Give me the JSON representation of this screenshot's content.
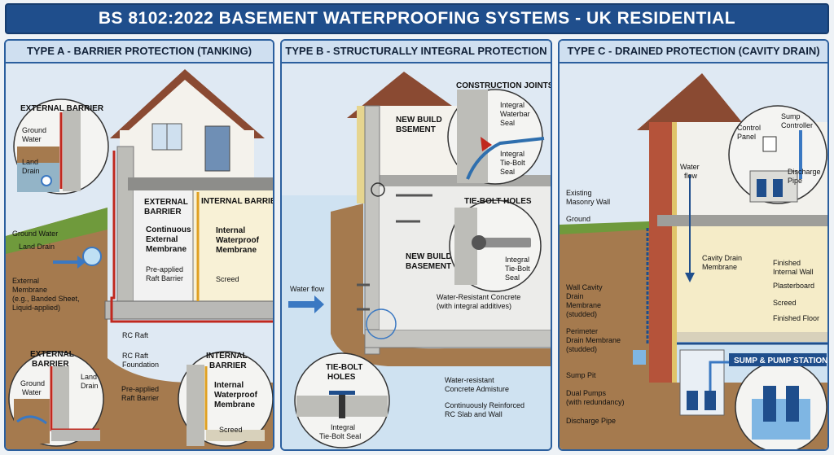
{
  "title": "BS 8102:2022 BASEMENT WATERPROOFING SYSTEMS - UK RESIDENTIAL",
  "colors": {
    "title_bg": "#1f4e8c",
    "membrane_red": "#c0281e",
    "water_blue": "#3a78c2",
    "soil": "#a57a4e",
    "concrete": "#b9b9b6"
  },
  "panel_a": {
    "heading": "TYPE A - BARRIER PROTECTION (TANKING)",
    "inset_top": {
      "title": "EXTERNAL BARRIER",
      "ground_water": [
        "Ground",
        "Water"
      ],
      "land_drain": [
        "Land",
        "Drain"
      ]
    },
    "external_heading": [
      "EXTERNAL",
      "BARRIER"
    ],
    "internal_heading": "INTERNAL BARRIER",
    "continuous_membrane": [
      "Continuous",
      "External",
      "Membrane"
    ],
    "pre_applied": [
      "Pre-applied",
      "Raft Barrier"
    ],
    "internal_membrane": [
      "Internal",
      "Waterproof",
      "Membrane"
    ],
    "screed": "Screed",
    "ground_water": "Ground Water",
    "land_drain": "Land Drain",
    "external_membrane": [
      "External",
      "Membrane",
      "(e.g., Banded Sheet,",
      "Liquid-applied)"
    ],
    "rc_raft": "RC Raft",
    "rc_raft_foundation": [
      "RC Raft",
      "Foundation"
    ],
    "inset_bl": {
      "title": [
        "EXTERNAL",
        "BARRIER"
      ],
      "ground_water": [
        "Ground",
        "Water"
      ],
      "land_drain": [
        "Land",
        "Drain"
      ],
      "pre_applied": [
        "Pre-applied",
        "Raft Barrier"
      ]
    },
    "inset_br": {
      "title": [
        "INTERNAL",
        "BARRIER"
      ],
      "membrane": [
        "Internal",
        "Waterproof",
        "Membrane"
      ],
      "screed": "Screed"
    }
  },
  "panel_b": {
    "heading": "TYPE B - STRUCTURALLY INTEGRAL PROTECTION",
    "new_build_bsement": [
      "NEW BUILD",
      "BSEMENT"
    ],
    "construction_joints": "CONSTRUCTION JOINTS",
    "integral_waterbar": [
      "Integral",
      "Waterbar",
      "Seal"
    ],
    "integral_tie_bolt_seal": [
      "Integral",
      "Tie-Bolt",
      "Seal"
    ],
    "tie_bolt_holes_circle": "TIE-BOLT HOLES",
    "integral_tie_bolt_seal_2": [
      "Integral",
      "Tie-Bolt",
      "Seal"
    ],
    "new_build_basement": [
      "NEW BUILD",
      "BASEMENT"
    ],
    "water_flow": "Water flow",
    "water_resistant_concrete": [
      "Water-Resistant Concrete",
      "(with integral additives)"
    ],
    "inset_title": [
      "TIE-BOLT",
      "HOLES"
    ],
    "inset_seal": [
      "Integral",
      "Tie-Bolt Seal"
    ],
    "admixture": [
      "Water-resistant",
      "Concrete Admisture"
    ],
    "reinforced": [
      "Continuously Reinforced",
      "RC Slab and Wall"
    ]
  },
  "panel_c": {
    "heading": "TYPE C - DRAINED PROTECTION (CAVITY DRAIN)",
    "control_panel": [
      "Control",
      "Panel"
    ],
    "sump_controller": [
      "Sump",
      "Controller"
    ],
    "discharge_pipe_top": [
      "Discharge",
      "Pipe"
    ],
    "water_flow": [
      "Water",
      "flow"
    ],
    "existing_masonry": [
      "Existing",
      "Masonry Wall"
    ],
    "ground": "Ground",
    "cavity_drain_membrane": [
      "Cavity Drain",
      "Membrane"
    ],
    "finished_internal_wall": [
      "Finished",
      "Internal Wall"
    ],
    "plasterboard": "Plasterboard",
    "screed": "Screed",
    "finished_floor": "Finished Floor",
    "wall_cavity": [
      "Wall Cavity",
      "Drain",
      "Membrane",
      "(studded)"
    ],
    "perimeter": [
      "Perimeter",
      "Drain Membrane",
      "(studded)"
    ],
    "sump_pit": "Sump Pit",
    "dual_pumps": [
      "Dual Pumps",
      "(with redundancy)"
    ],
    "discharge_pipe": "Discharge Pipe",
    "sump_station": "SUMP & PUMP STATION"
  }
}
